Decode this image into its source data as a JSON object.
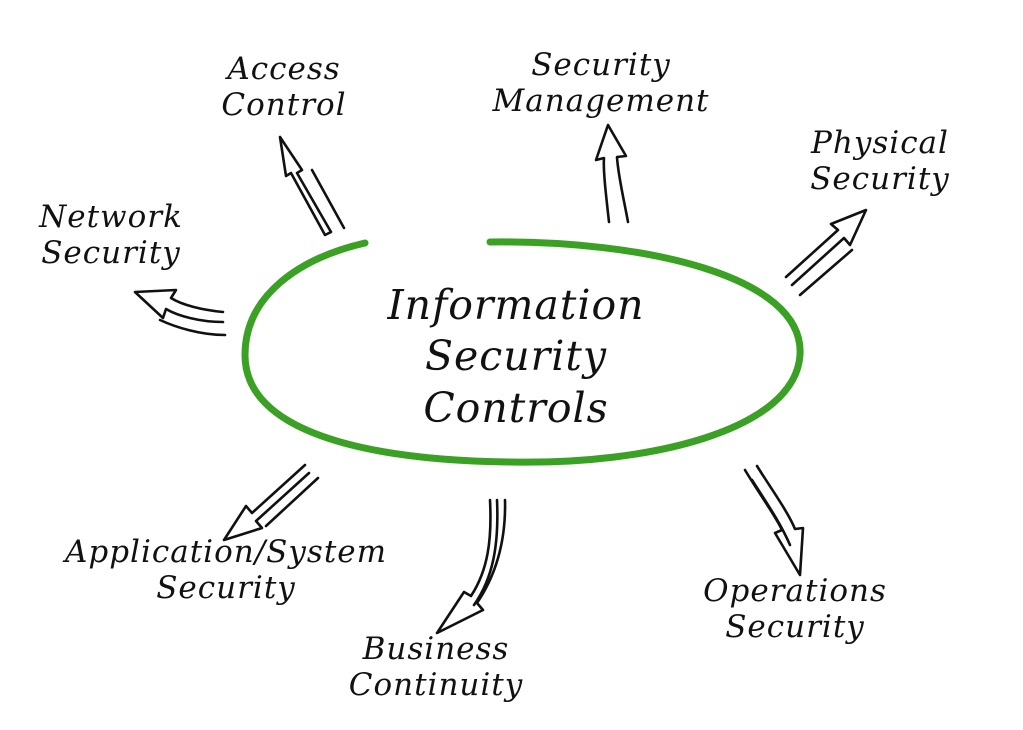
{
  "colors": {
    "ellipse": "#3aa124",
    "ink": "#111111",
    "background": "#ffffff"
  },
  "center": {
    "lines": [
      "Information",
      "Security",
      "Controls"
    ]
  },
  "nodes": {
    "access_control": {
      "lines": [
        "Access",
        "Control"
      ]
    },
    "security_management": {
      "lines": [
        "Security",
        "Management"
      ]
    },
    "physical_security": {
      "lines": [
        "Physical",
        "Security"
      ]
    },
    "network_security": {
      "lines": [
        "Network",
        "Security"
      ]
    },
    "application_security": {
      "lines": [
        "Application/System",
        "Security"
      ]
    },
    "business_continuity": {
      "lines": [
        "Business",
        "Continuity"
      ]
    },
    "operations_security": {
      "lines": [
        "Operations",
        "Security"
      ]
    }
  }
}
